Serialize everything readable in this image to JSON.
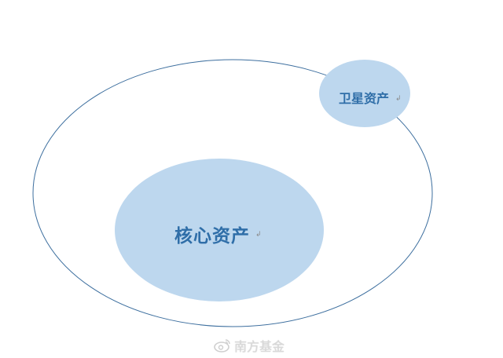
{
  "diagram": {
    "outer_ring": {
      "stroke_color": "#3c6e9e"
    },
    "core_asset": {
      "label": "核心资产",
      "fill_color": "#bdd7ee"
    },
    "satellite_asset": {
      "label": "卫星资产",
      "fill_color": "#bdd7ee"
    },
    "paragraph_mark": "↲",
    "label_color": "#2f6ea8"
  },
  "watermark": {
    "icon": "weibo-icon",
    "text": "南方基金"
  }
}
